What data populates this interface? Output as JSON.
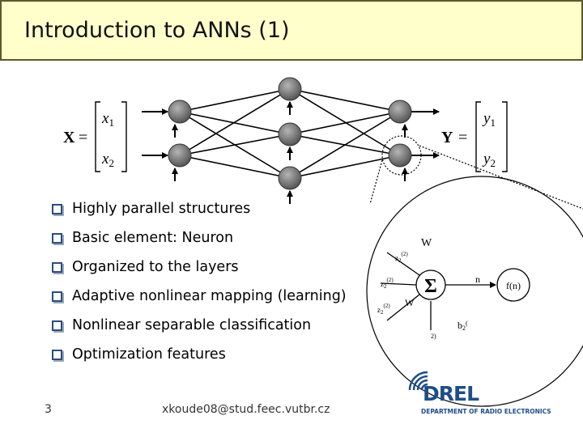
{
  "slide": {
    "title": "Introduction to ANNs (1)",
    "page_number": "3",
    "footer_email": "xkoude08@stud.feec.vutbr.cz"
  },
  "bullets": [
    "Highly parallel structures",
    "Basic element: Neuron",
    "Organized to the layers",
    "Adaptive nonlinear mapping (learning)",
    "Nonlinear separable classification",
    "Optimization features"
  ],
  "network": {
    "input_vector": {
      "symbol": "X",
      "equals": "=",
      "entries": [
        "x",
        "x"
      ],
      "subscripts": [
        "1",
        "2"
      ]
    },
    "output_vector": {
      "symbol": "Y",
      "equals": "=",
      "entries": [
        "y",
        "y"
      ],
      "subscripts": [
        "1",
        "2"
      ]
    }
  },
  "neuron_detail": {
    "weight_label": "W",
    "sum_symbol": "Σ",
    "net_label": "n",
    "activation_label": "f(n)",
    "bias_label": "b",
    "bias_sub": "2",
    "bias_tail": "(",
    "input_top_sup": "(2)",
    "input_mid_sup": "(2)",
    "input_bot_sup": "(2)",
    "input_z1": "z",
    "input_z2": "z",
    "input_z3": "z",
    "sub2": "2",
    "fragment_w": "W",
    "fragment_z": "2)"
  },
  "logo": {
    "wordmark": "DREL",
    "subtitle": "DEPARTMENT OF RADIO ELECTRONICS"
  },
  "colors": {
    "title_background": "#ffffcc",
    "title_border": "#5a5a2a",
    "node_fill": "#7a7a7a",
    "bullet_border": "#2a4e7a",
    "logo_blue": "#1f4e8a"
  }
}
